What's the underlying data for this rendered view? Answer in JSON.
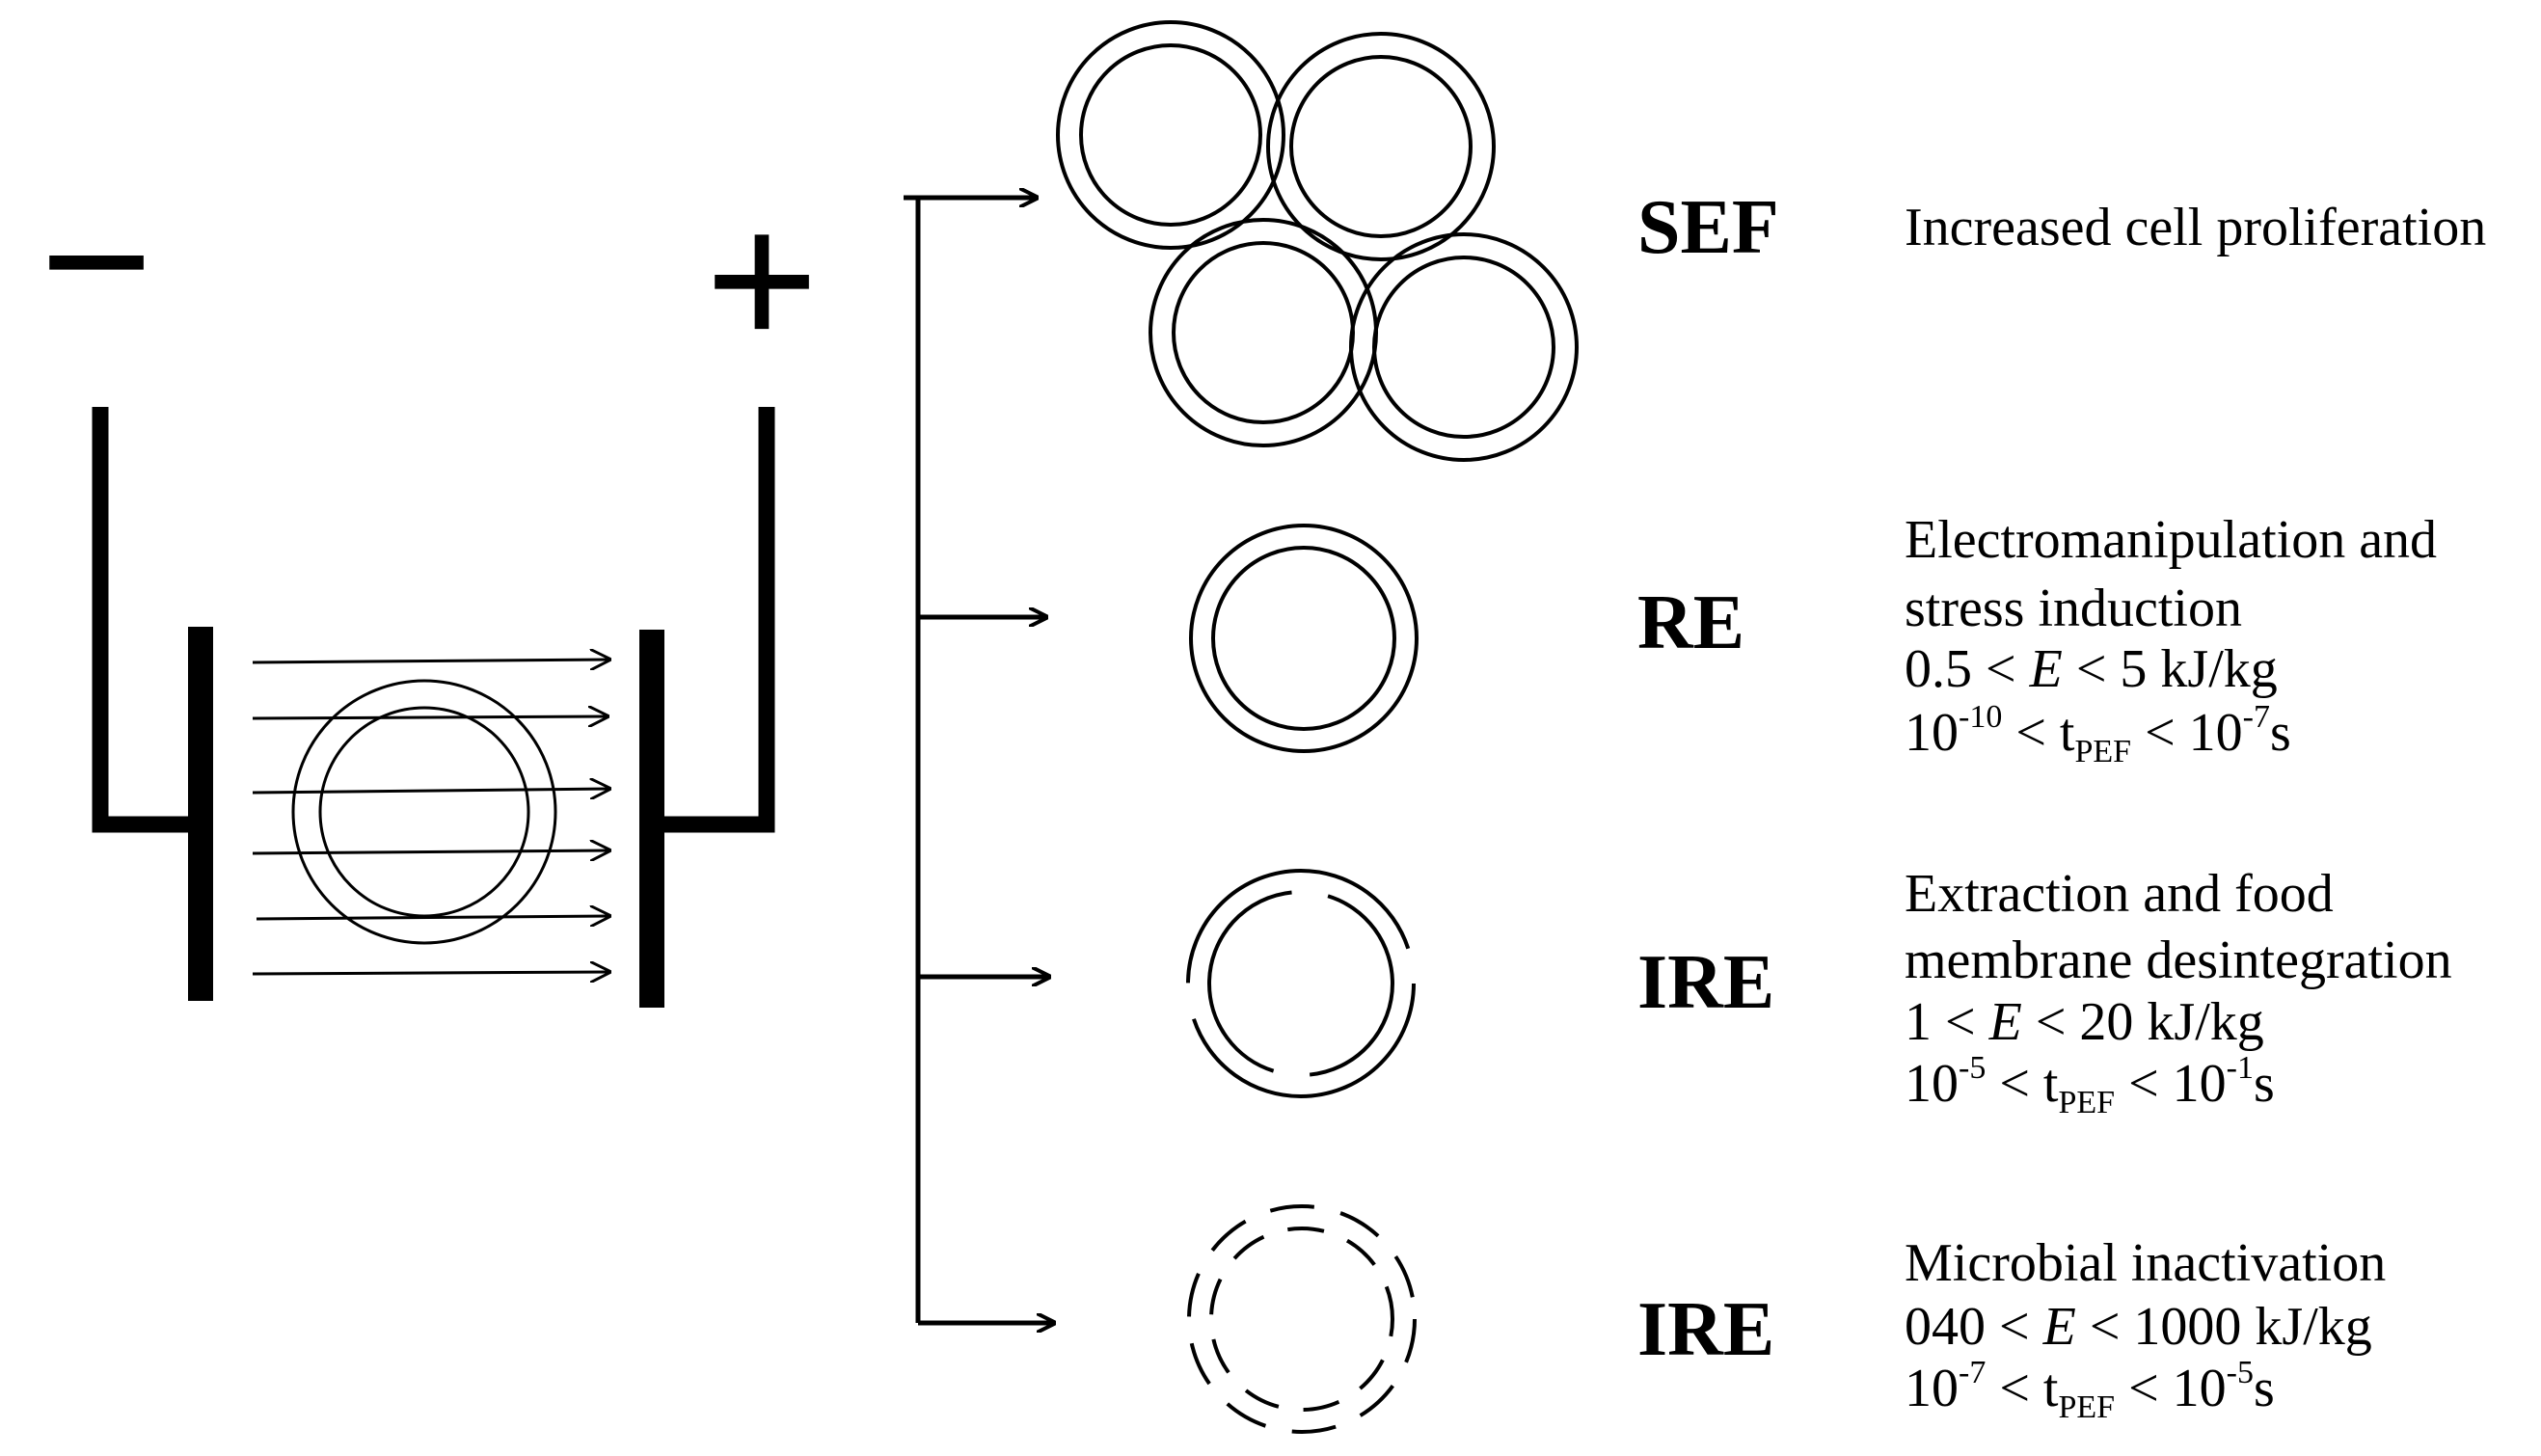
{
  "electrodes": {
    "negative_sign": "−",
    "positive_sign": "+"
  },
  "outcomes": [
    {
      "code": "SEF",
      "lines": [
        "Increased cell proliferation"
      ]
    },
    {
      "code": "RE",
      "lines": [
        "Electromanipulation and",
        "stress induction"
      ],
      "energy": {
        "low": "0.5",
        "high": "5",
        "unit": "kJ/kg"
      },
      "time": {
        "low_mant": "10",
        "low_exp": "-10",
        "high_mant": "10",
        "high_exp": "-7",
        "unit": "s"
      }
    },
    {
      "code": "IRE",
      "lines": [
        "Extraction and food",
        "membrane desintegration"
      ],
      "energy": {
        "low": "1",
        "high": "20",
        "unit": "kJ/kg"
      },
      "time": {
        "low_mant": "10",
        "low_exp": "-5",
        "high_mant": "10",
        "high_exp": "-1",
        "unit": "s"
      }
    },
    {
      "code": "IRE",
      "lines": [
        "Microbial inactivation"
      ],
      "energy": {
        "low": "040",
        "high": "1000",
        "unit": "kJ/kg"
      },
      "time": {
        "low_mant": "10",
        "low_exp": "-7",
        "high_mant": "10",
        "high_exp": "-5",
        "unit": "s"
      }
    }
  ],
  "symbols": {
    "less_than": " < ",
    "energy_var": "E",
    "time_var": "t",
    "time_sub": "PEF"
  }
}
